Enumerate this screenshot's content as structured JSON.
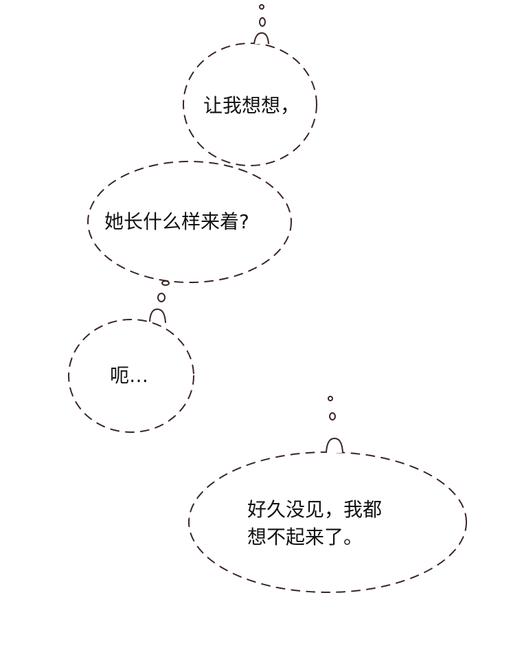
{
  "bubbles": [
    {
      "lines": [
        "让我想想，"
      ]
    },
    {
      "lines": [
        "她长什么样来着?"
      ]
    },
    {
      "lines": [
        "呃…"
      ]
    },
    {
      "lines": [
        "好久没见，我都",
        "想不起来了。"
      ]
    }
  ],
  "colors": {
    "stroke": "#3b2424",
    "text": "#111111",
    "background": "#ffffff"
  }
}
